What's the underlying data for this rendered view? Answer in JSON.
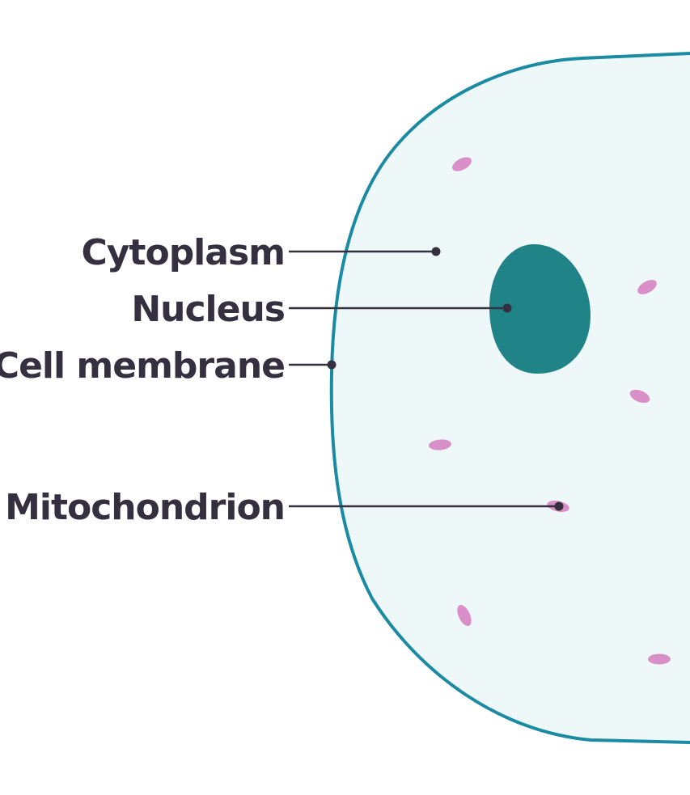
{
  "colors": {
    "background": "#ffffff",
    "membrane_stroke": "#1a8ba3",
    "cytoplasm_fill": "#eff8f9",
    "nucleus_fill": "#1f8388",
    "mitochondria_fill": "#d98fc7",
    "label_text": "#34303f",
    "leader_line": "#34303f"
  },
  "labels": {
    "cytoplasm": "Cytoplasm",
    "nucleus": "Nucleus",
    "cell_membrane": "Cell membrane",
    "mitochondrion": "Mitochondrion"
  }
}
